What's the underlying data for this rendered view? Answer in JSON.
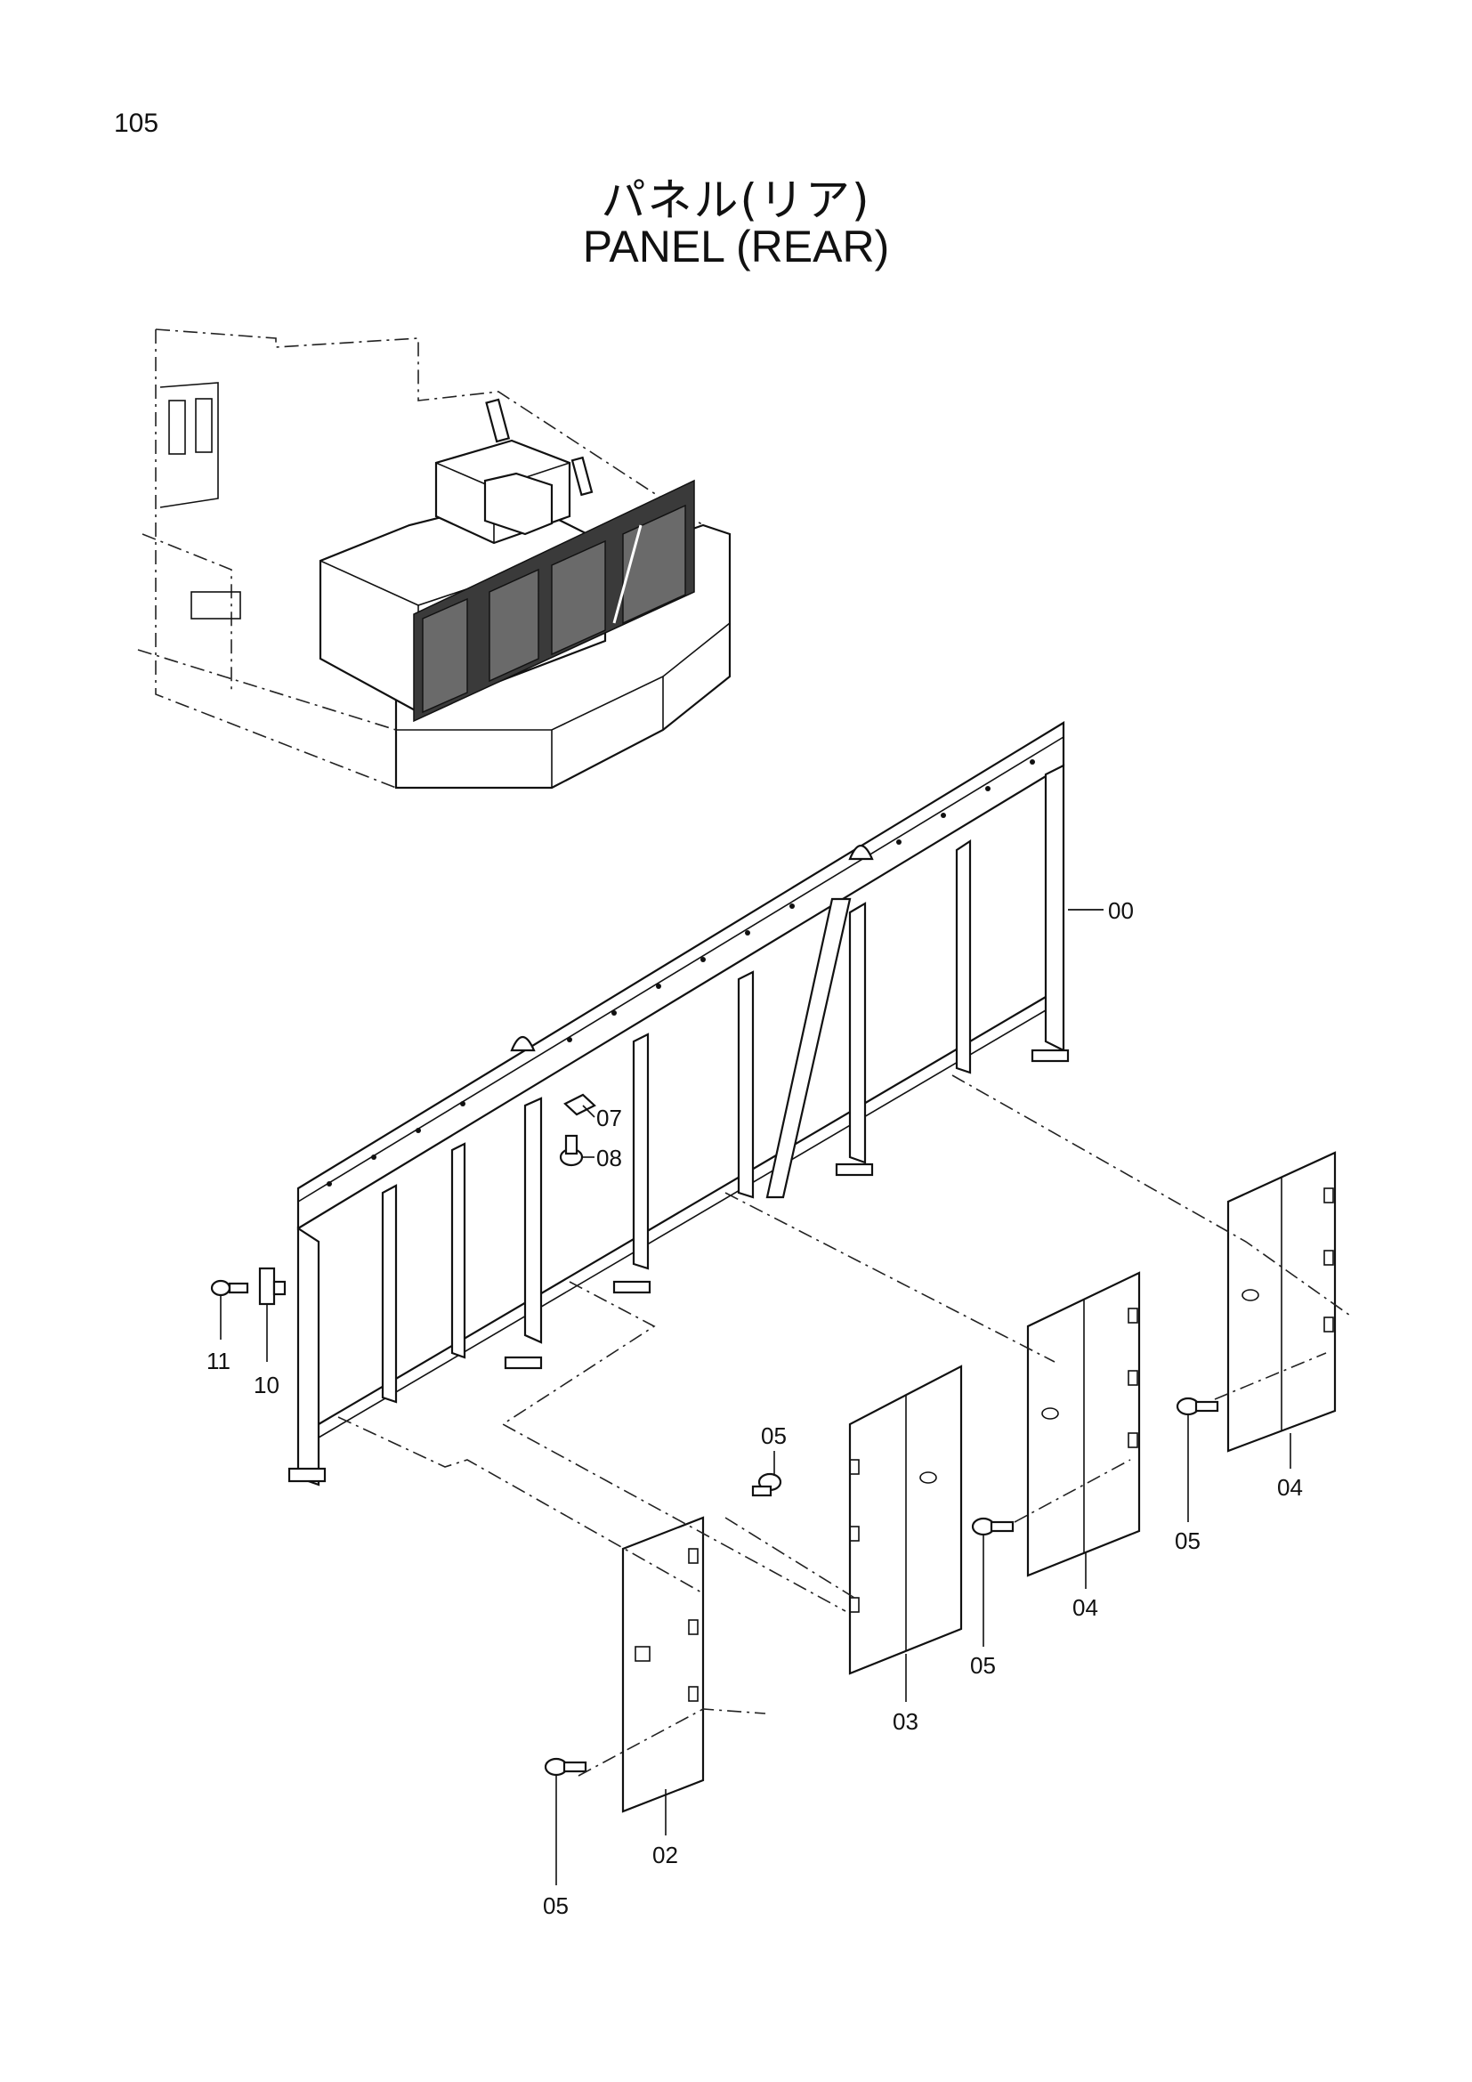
{
  "page": {
    "number": "105",
    "title_jp": "パネル(リア)",
    "title_en": "PANEL (REAR)"
  },
  "diagram": {
    "callouts": [
      "00",
      "07",
      "08",
      "11",
      "10",
      "05",
      "05",
      "05",
      "05",
      "04",
      "04",
      "03",
      "02"
    ]
  }
}
